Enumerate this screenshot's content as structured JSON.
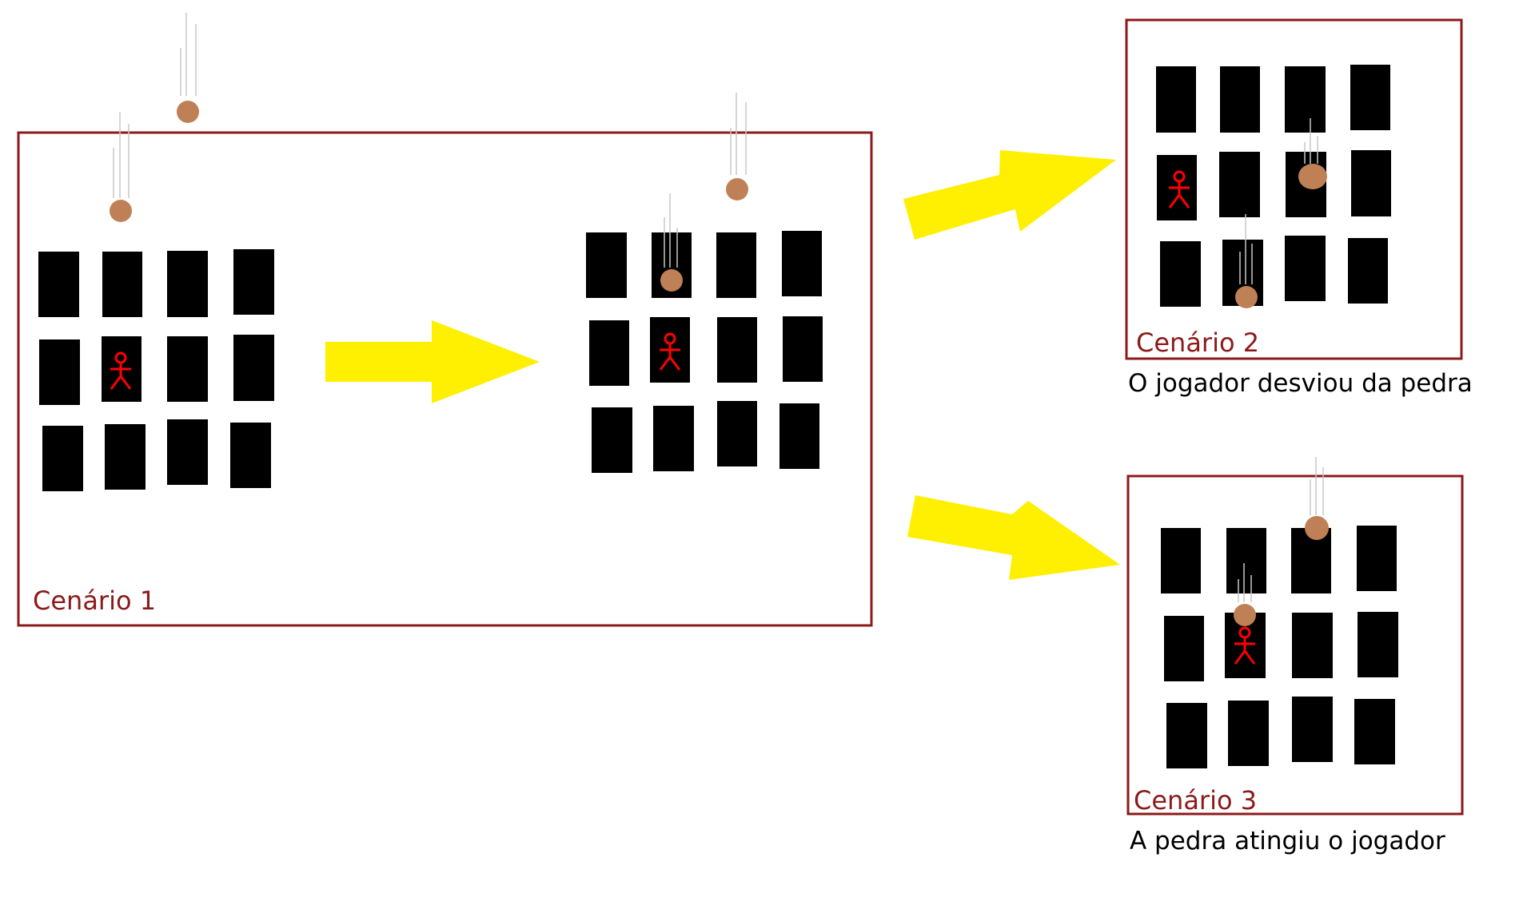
{
  "diagram": {
    "colors": {
      "frame": "#8b1a1a",
      "tile": "#000000",
      "arrow": "#ffef00",
      "rock": "#c08055",
      "player": "#ff0000",
      "trail": "#c8c8c8",
      "text": "#000000"
    },
    "scenes": [
      {
        "label": "Cenário 1"
      },
      {
        "label": "Cenário 2",
        "caption": "O jogador desviou da pedra"
      },
      {
        "label": "Cenário 3",
        "caption": "A pedra atingiu o jogador"
      }
    ],
    "icons": [
      "stick-figure-icon",
      "falling-rock-icon",
      "right-arrow-icon"
    ]
  }
}
